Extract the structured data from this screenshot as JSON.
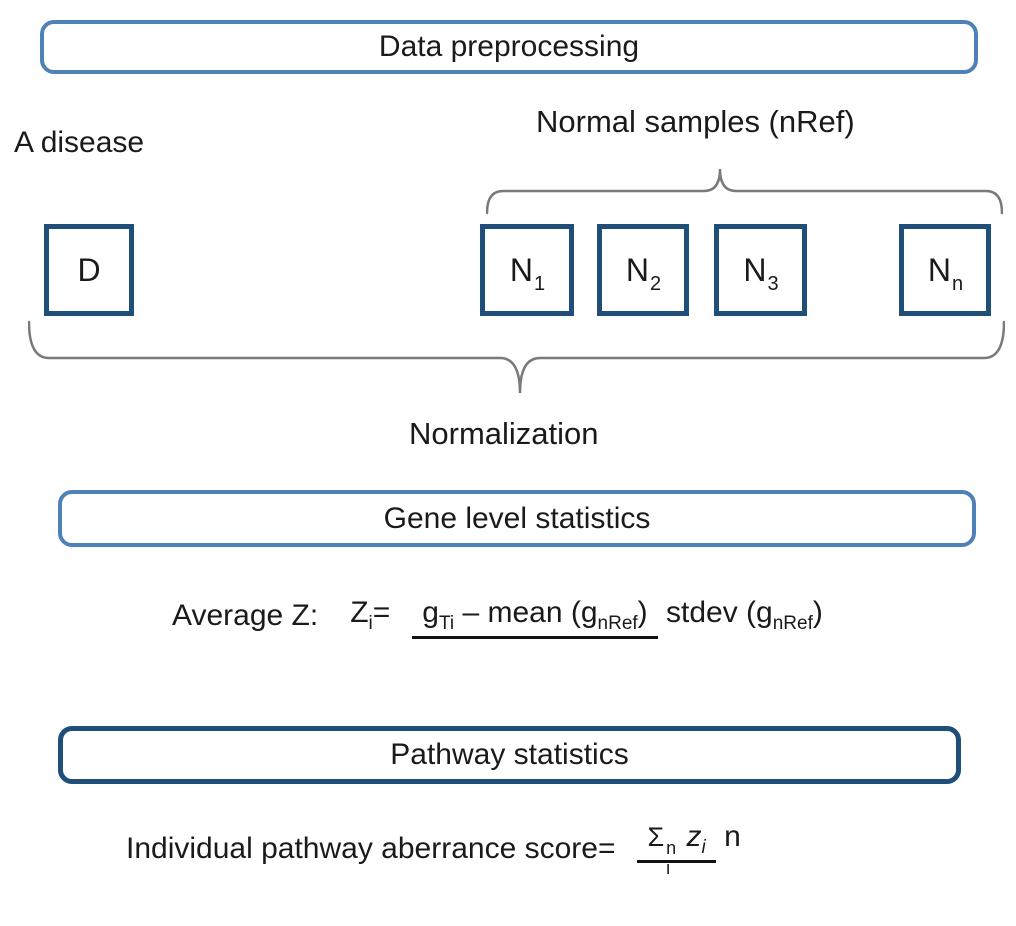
{
  "flow_boxes": {
    "data_preprocessing": "Data preprocessing",
    "gene_level_statistics": "Gene level statistics",
    "pathway_statistics": "Pathway statistics"
  },
  "labels": {
    "disease": "A disease",
    "normal_samples": "Normal samples (nRef)",
    "normalization": "Normalization"
  },
  "sample_boxes": [
    {
      "base": "D",
      "sub": ""
    },
    {
      "base": "N",
      "sub": "1"
    },
    {
      "base": "N",
      "sub": "2"
    },
    {
      "base": "N",
      "sub": "3"
    },
    {
      "base": "N",
      "sub": "n"
    }
  ],
  "average_z_formula": {
    "label": "Average Z:",
    "z": "Z",
    "z_sub": "i",
    "equals": "=",
    "num_g": "g",
    "num_g_sub": "Ti",
    "num_rest": " – mean (g",
    "num_rest_sub": "nRef",
    "num_close": ")",
    "den_start": "stdev (g",
    "den_sub": "nRef",
    "den_close": ")"
  },
  "aberrance_formula": {
    "label": "Individual pathway aberrance score=",
    "sigma": "Σ",
    "sigma_sup": "n",
    "sigma_sub": "i",
    "z": "z",
    "z_sub": "i",
    "denominator": "n"
  },
  "colors": {
    "medium_blue": "#4f81b9",
    "dark_blue": "#1f4e79",
    "brace_gray": "#7a7a7a",
    "text": "#1a1a1a"
  }
}
